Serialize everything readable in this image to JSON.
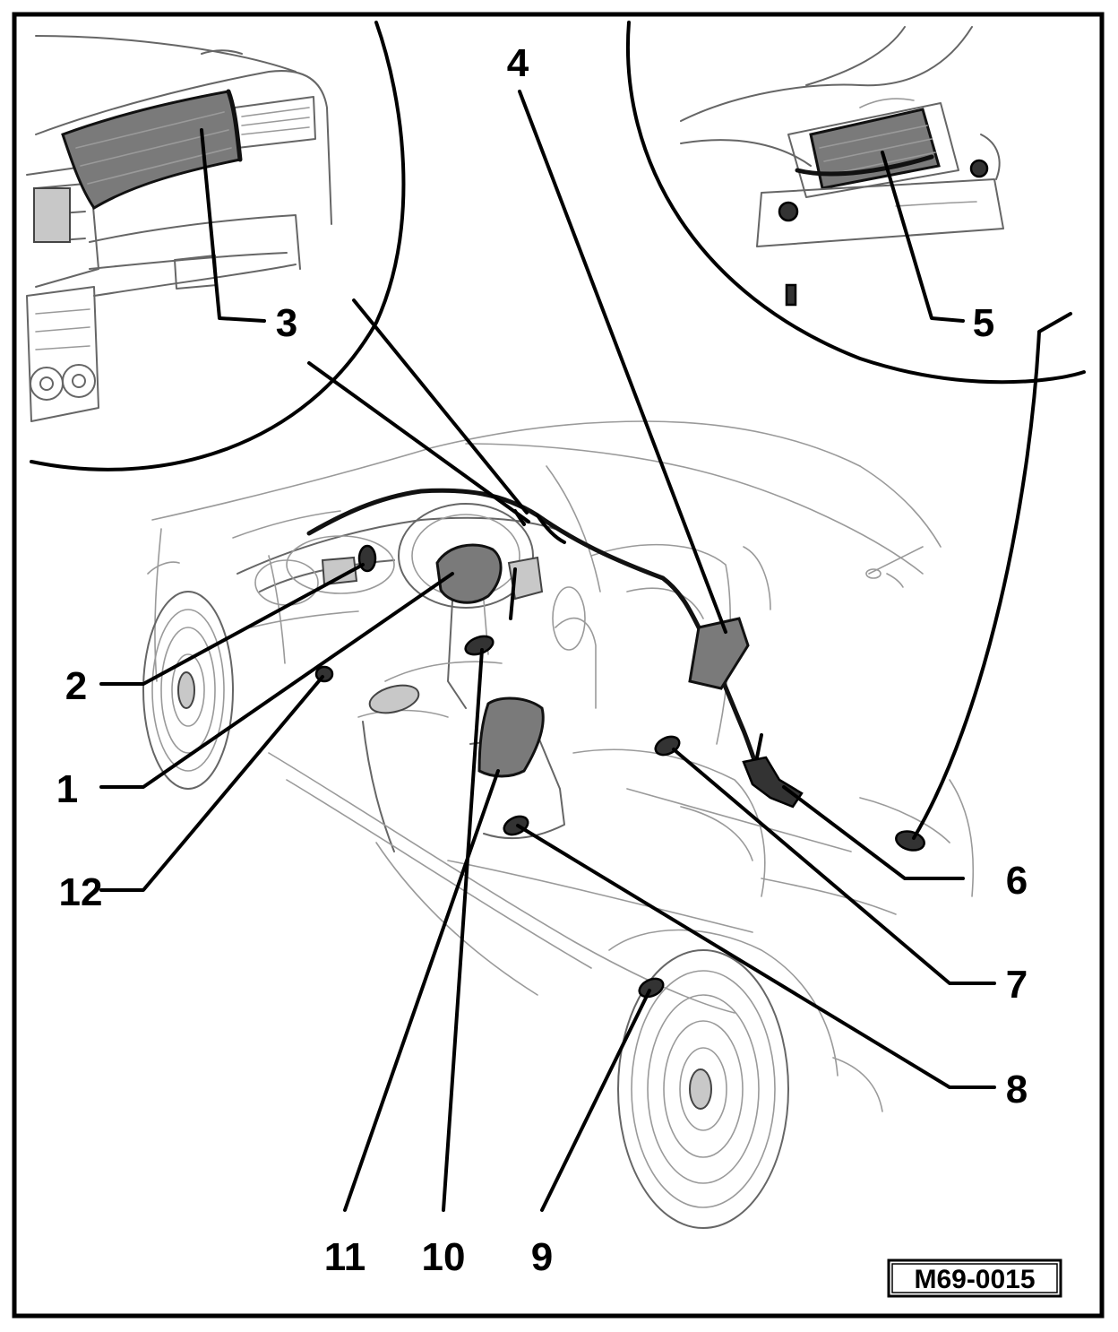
{
  "diagram": {
    "reference_code": "M69-0015",
    "callouts": [
      {
        "id": "c1",
        "label": "1"
      },
      {
        "id": "c2",
        "label": "2"
      },
      {
        "id": "c3",
        "label": "3"
      },
      {
        "id": "c4",
        "label": "4"
      },
      {
        "id": "c5",
        "label": "5"
      },
      {
        "id": "c6",
        "label": "6"
      },
      {
        "id": "c7",
        "label": "7"
      },
      {
        "id": "c8",
        "label": "8"
      },
      {
        "id": "c9",
        "label": "9"
      },
      {
        "id": "c10",
        "label": "10"
      },
      {
        "id": "c11",
        "label": "11"
      },
      {
        "id": "c12",
        "label": "12"
      }
    ]
  }
}
